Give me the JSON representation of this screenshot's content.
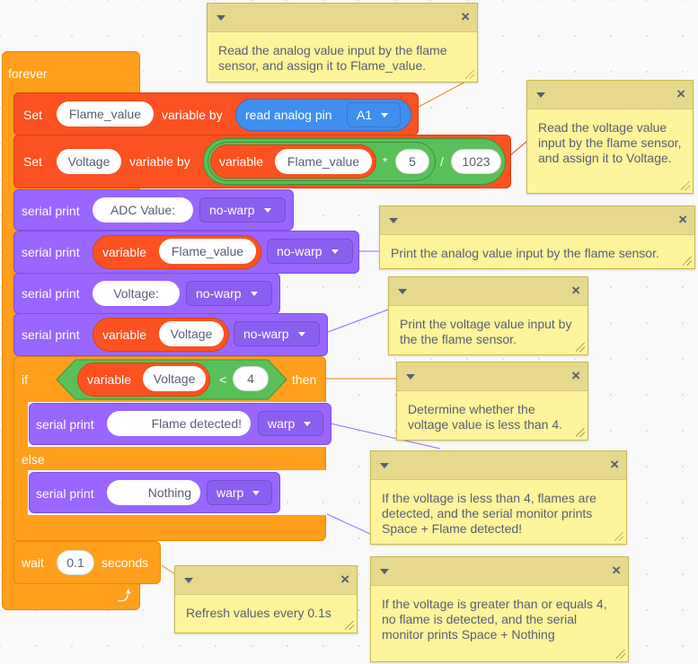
{
  "blocks": {
    "forever": "forever",
    "set1": {
      "set": "Set",
      "var": "Flame_value",
      "by": "variable by",
      "reporter": "read analog pin",
      "pin": "A1"
    },
    "set2": {
      "set": "Set",
      "var": "Voltage",
      "by": "variable by",
      "variable": "variable",
      "var_name": "Flame_value",
      "mul": "*",
      "mul_val": "5",
      "div": "/",
      "div_val": "1023"
    },
    "print1": {
      "label": "serial print",
      "text": "ADC Value:",
      "mode": "no-warp"
    },
    "print2": {
      "label": "serial print",
      "variable": "variable",
      "var_name": "Flame_value",
      "mode": "no-warp"
    },
    "print3": {
      "label": "serial print",
      "text": "Voltage:",
      "mode": "no-warp"
    },
    "print4": {
      "label": "serial print",
      "variable": "variable",
      "var_name": "Voltage",
      "mode": "no-warp"
    },
    "if_block": {
      "if": "if",
      "variable": "variable",
      "var_name": "Voltage",
      "op": "<",
      "value": "4",
      "then": "then",
      "else": "else"
    },
    "print5": {
      "label": "serial print",
      "text": "Flame detected!",
      "mode": "warp"
    },
    "print6": {
      "label": "serial print",
      "text": "Nothing",
      "mode": "warp"
    },
    "wait": {
      "label": "wait",
      "value": "0.1",
      "unit": "seconds"
    },
    "loop_icon": "loop-arrow-icon"
  },
  "notes": [
    "Read the analog value input by the flame sensor, and assign it to Flame_value.",
    "Read the voltage value input by the flame sensor, and assign it to Voltage.",
    "Print the analog value input by the flame sensor.",
    "Print the voltage value input by the the flame sensor.",
    "Determine whether the voltage value is less than 4.",
    "If the voltage is less than 4, flames are detected, and the serial monitor prints Space + Flame detected!",
    "If the voltage is greater than or equals 4, no flame is detected, and the serial monitor prints Space + Nothing",
    "Refresh values every 0.1s"
  ],
  "note_close": "×",
  "colors": {
    "control": "#ff9f1b",
    "variables": "#fc5121",
    "serial": "#9966ff",
    "sensing": "#3f8ff0",
    "operators": "#59c059",
    "note": "#fef49c"
  }
}
